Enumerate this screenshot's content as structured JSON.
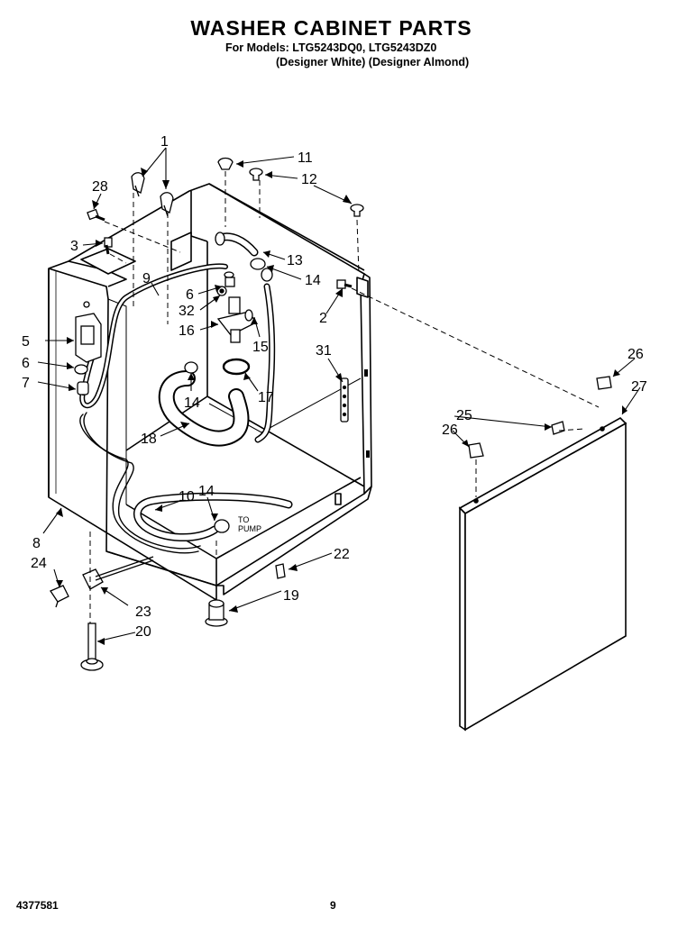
{
  "header": {
    "title": "WASHER CABINET PARTS",
    "models_line": "For Models: LTG5243DQ0, LTG5243DZ0",
    "variants_line": "(Designer White) (Designer Almond)"
  },
  "diagram": {
    "callouts": {
      "c1": "1",
      "c2": "2",
      "c3": "3",
      "c5": "5",
      "c6a": "6",
      "c6b": "6",
      "c7": "7",
      "c8": "8",
      "c9": "9",
      "c10": "10",
      "c11": "11",
      "c12": "12",
      "c13": "13",
      "c14a": "14",
      "c14b": "14",
      "c14c": "14",
      "c15": "15",
      "c16": "16",
      "c17": "17",
      "c18": "18",
      "c19": "19",
      "c20": "20",
      "c22": "22",
      "c23": "23",
      "c24": "24",
      "c25": "25",
      "c26a": "26",
      "c26b": "26",
      "c27": "27",
      "c28": "28",
      "c31": "31",
      "c32": "32"
    },
    "note_line1": "TO",
    "note_line2": "PUMP"
  },
  "footer": {
    "doc_number": "4377581",
    "page_number": "9"
  }
}
